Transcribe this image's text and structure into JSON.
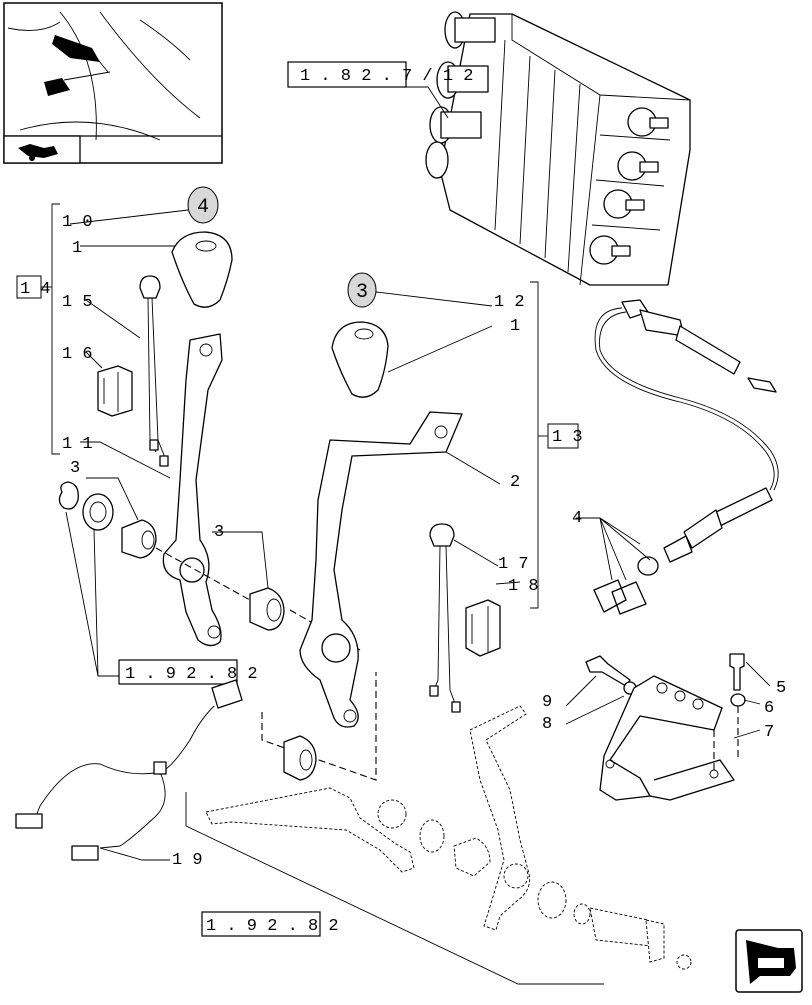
{
  "callouts": {
    "c1a": "1",
    "c1b": "1",
    "c2": "2",
    "c3a": "3",
    "c3b": "3",
    "c4": "4",
    "c5": "5",
    "c6": "6",
    "c7": "7",
    "c8": "8",
    "c9": "9",
    "c10": "1 0",
    "c11": "1 1",
    "c12": "1 2",
    "c13": "1 3",
    "c14": "1 4",
    "c15": "1 5",
    "c16": "1 6",
    "c17": "1 7",
    "c18": "1 8",
    "c19": "1 9"
  },
  "references": {
    "ref_top": "1 . 8 2 . 7 / 1 2",
    "ref_mid": "1 . 9 2 . 8 2",
    "ref_bottom": "1 . 9 2 . 8 2"
  },
  "badges": {
    "badge_4": "4",
    "badge_3": "3"
  },
  "icons": {
    "thumbnail": "tractor-cab-levers-thumbnail",
    "section": "tractor-section-icon",
    "nav": "next-page-arrow-icon"
  }
}
